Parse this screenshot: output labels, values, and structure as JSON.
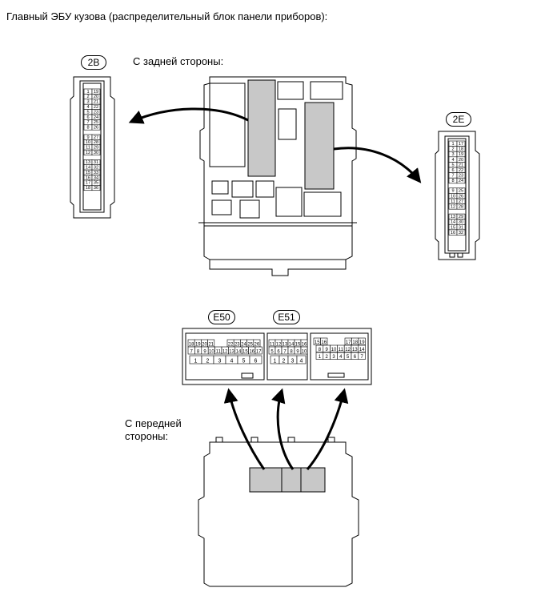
{
  "title": "Главный ЭБУ кузова (распределительный блок панели приборов):",
  "rear_label": "С задней стороны:",
  "front_label": "С передней стороны:",
  "front_label_l1": "С передней",
  "front_label_l2": "стороны:",
  "connectors": {
    "c2B": {
      "name": "2B",
      "rows": [
        [
          "1",
          "19"
        ],
        [
          "2",
          "20"
        ],
        [
          "3",
          "21"
        ],
        [
          "4",
          "22"
        ],
        [
          "5",
          "23"
        ],
        [
          "6",
          "24"
        ],
        [
          "7",
          "25"
        ],
        [
          "8",
          "26"
        ],
        [
          "9",
          "27"
        ],
        [
          "10",
          "28"
        ],
        [
          "11",
          "29"
        ],
        [
          "12",
          "30"
        ],
        [
          "13",
          "31"
        ],
        [
          "14",
          "32"
        ],
        [
          "15",
          "33"
        ],
        [
          "16",
          "34"
        ],
        [
          "17",
          "35"
        ],
        [
          "18",
          "36"
        ]
      ]
    },
    "c2E": {
      "name": "2E",
      "rows": [
        [
          "1",
          "17"
        ],
        [
          "2",
          "18"
        ],
        [
          "3",
          "19"
        ],
        [
          "4",
          "20"
        ],
        [
          "5",
          "21"
        ],
        [
          "6",
          "22"
        ],
        [
          "7",
          "23"
        ],
        [
          "8",
          "24"
        ],
        [
          "9",
          "25"
        ],
        [
          "10",
          "26"
        ],
        [
          "11",
          "27"
        ],
        [
          "12",
          "28"
        ],
        [
          "13",
          "29"
        ],
        [
          "14",
          "30"
        ],
        [
          "15",
          "31"
        ],
        [
          "16",
          "32"
        ]
      ]
    },
    "cE50": {
      "name": "E50",
      "row1": [
        "18",
        "19",
        "20",
        "21",
        "22",
        "23",
        "24",
        "25",
        "26"
      ],
      "row2": [
        "7",
        "8",
        "9",
        "10",
        "11",
        "12",
        "13",
        "14",
        "15",
        "16",
        "17"
      ],
      "row3": [
        "1",
        "2",
        "3",
        "4",
        "5",
        "6"
      ]
    },
    "cE51": {
      "name": "E51",
      "row1": [
        "11",
        "12",
        "13",
        "14",
        "15",
        "16"
      ],
      "row2": [
        "5",
        "6",
        "7",
        "8",
        "9",
        "10"
      ],
      "row3": [
        "1",
        "2",
        "3",
        "4"
      ]
    },
    "cRight": {
      "row1": [
        "15",
        "16",
        "17",
        "18",
        "19"
      ],
      "row2": [
        "8",
        "9",
        "10",
        "11",
        "12",
        "13",
        "14"
      ],
      "row3": [
        "1",
        "2",
        "3",
        "4",
        "5",
        "6",
        "7"
      ]
    }
  }
}
